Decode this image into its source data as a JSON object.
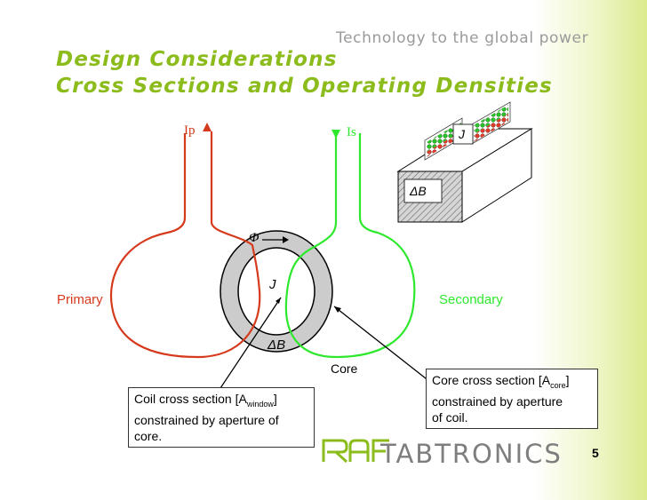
{
  "header": {
    "tagline": "Technology to the global power",
    "title_line1": "Design Considerations",
    "title_line2": "Cross Sections and Operating Densities"
  },
  "diagram": {
    "current_primary": "Ip",
    "current_secondary": "Is",
    "flux_symbol": "Φ",
    "current_density_center": "J",
    "flux_density_core": "ΔB",
    "primary_label": "Primary",
    "secondary_label": "Secondary",
    "core_label": "Core",
    "inset_current_density": "J",
    "inset_flux_density": "ΔB",
    "coil_box": {
      "prefix": "Coil cross section [A",
      "subscript": "window",
      "suffix": "]",
      "line2": "constrained by aperture of",
      "line3": "core."
    },
    "core_box": {
      "prefix": "Core cross section [A",
      "subscript": "core",
      "suffix": "]",
      "line2": "constrained by aperture",
      "line3": "of coil."
    }
  },
  "footer": {
    "logo_mark": "RAF",
    "logo_text": "TABTRONICS",
    "page_number": "5"
  },
  "colors": {
    "title_green": "#8cbb1c",
    "primary_red": "#d63a1c",
    "secondary_green": "#2ee82e",
    "core_gray": "#cccccc",
    "tagline_gray": "#9a9a9a"
  }
}
